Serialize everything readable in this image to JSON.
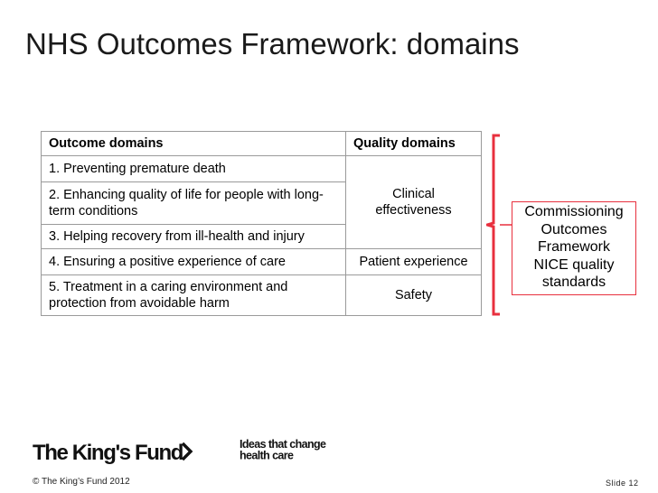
{
  "title": "NHS Outcomes Framework: domains",
  "table": {
    "col_headers": [
      "Outcome domains",
      "Quality domains"
    ],
    "outcomes": [
      "1. Preventing premature death",
      "2. Enhancing quality of life for people with long-term conditions",
      "3. Helping recovery from ill-health and injury",
      "4. Ensuring a positive experience of care",
      "5. Treatment in a caring environment and protection from avoidable harm"
    ],
    "quality": [
      "Clinical effectiveness",
      "Patient experience",
      "Safety"
    ]
  },
  "side_box": {
    "lines": [
      "Commissioning",
      "Outcomes",
      "Framework",
      "NICE quality",
      "standards"
    ]
  },
  "bracket_color": "#e8303e",
  "footer": {
    "logo_text": "The King's Fund",
    "tagline": [
      "Ideas that change",
      "health care"
    ],
    "copyright": "© The King’s Fund 2012",
    "slide": "Slide 12"
  }
}
